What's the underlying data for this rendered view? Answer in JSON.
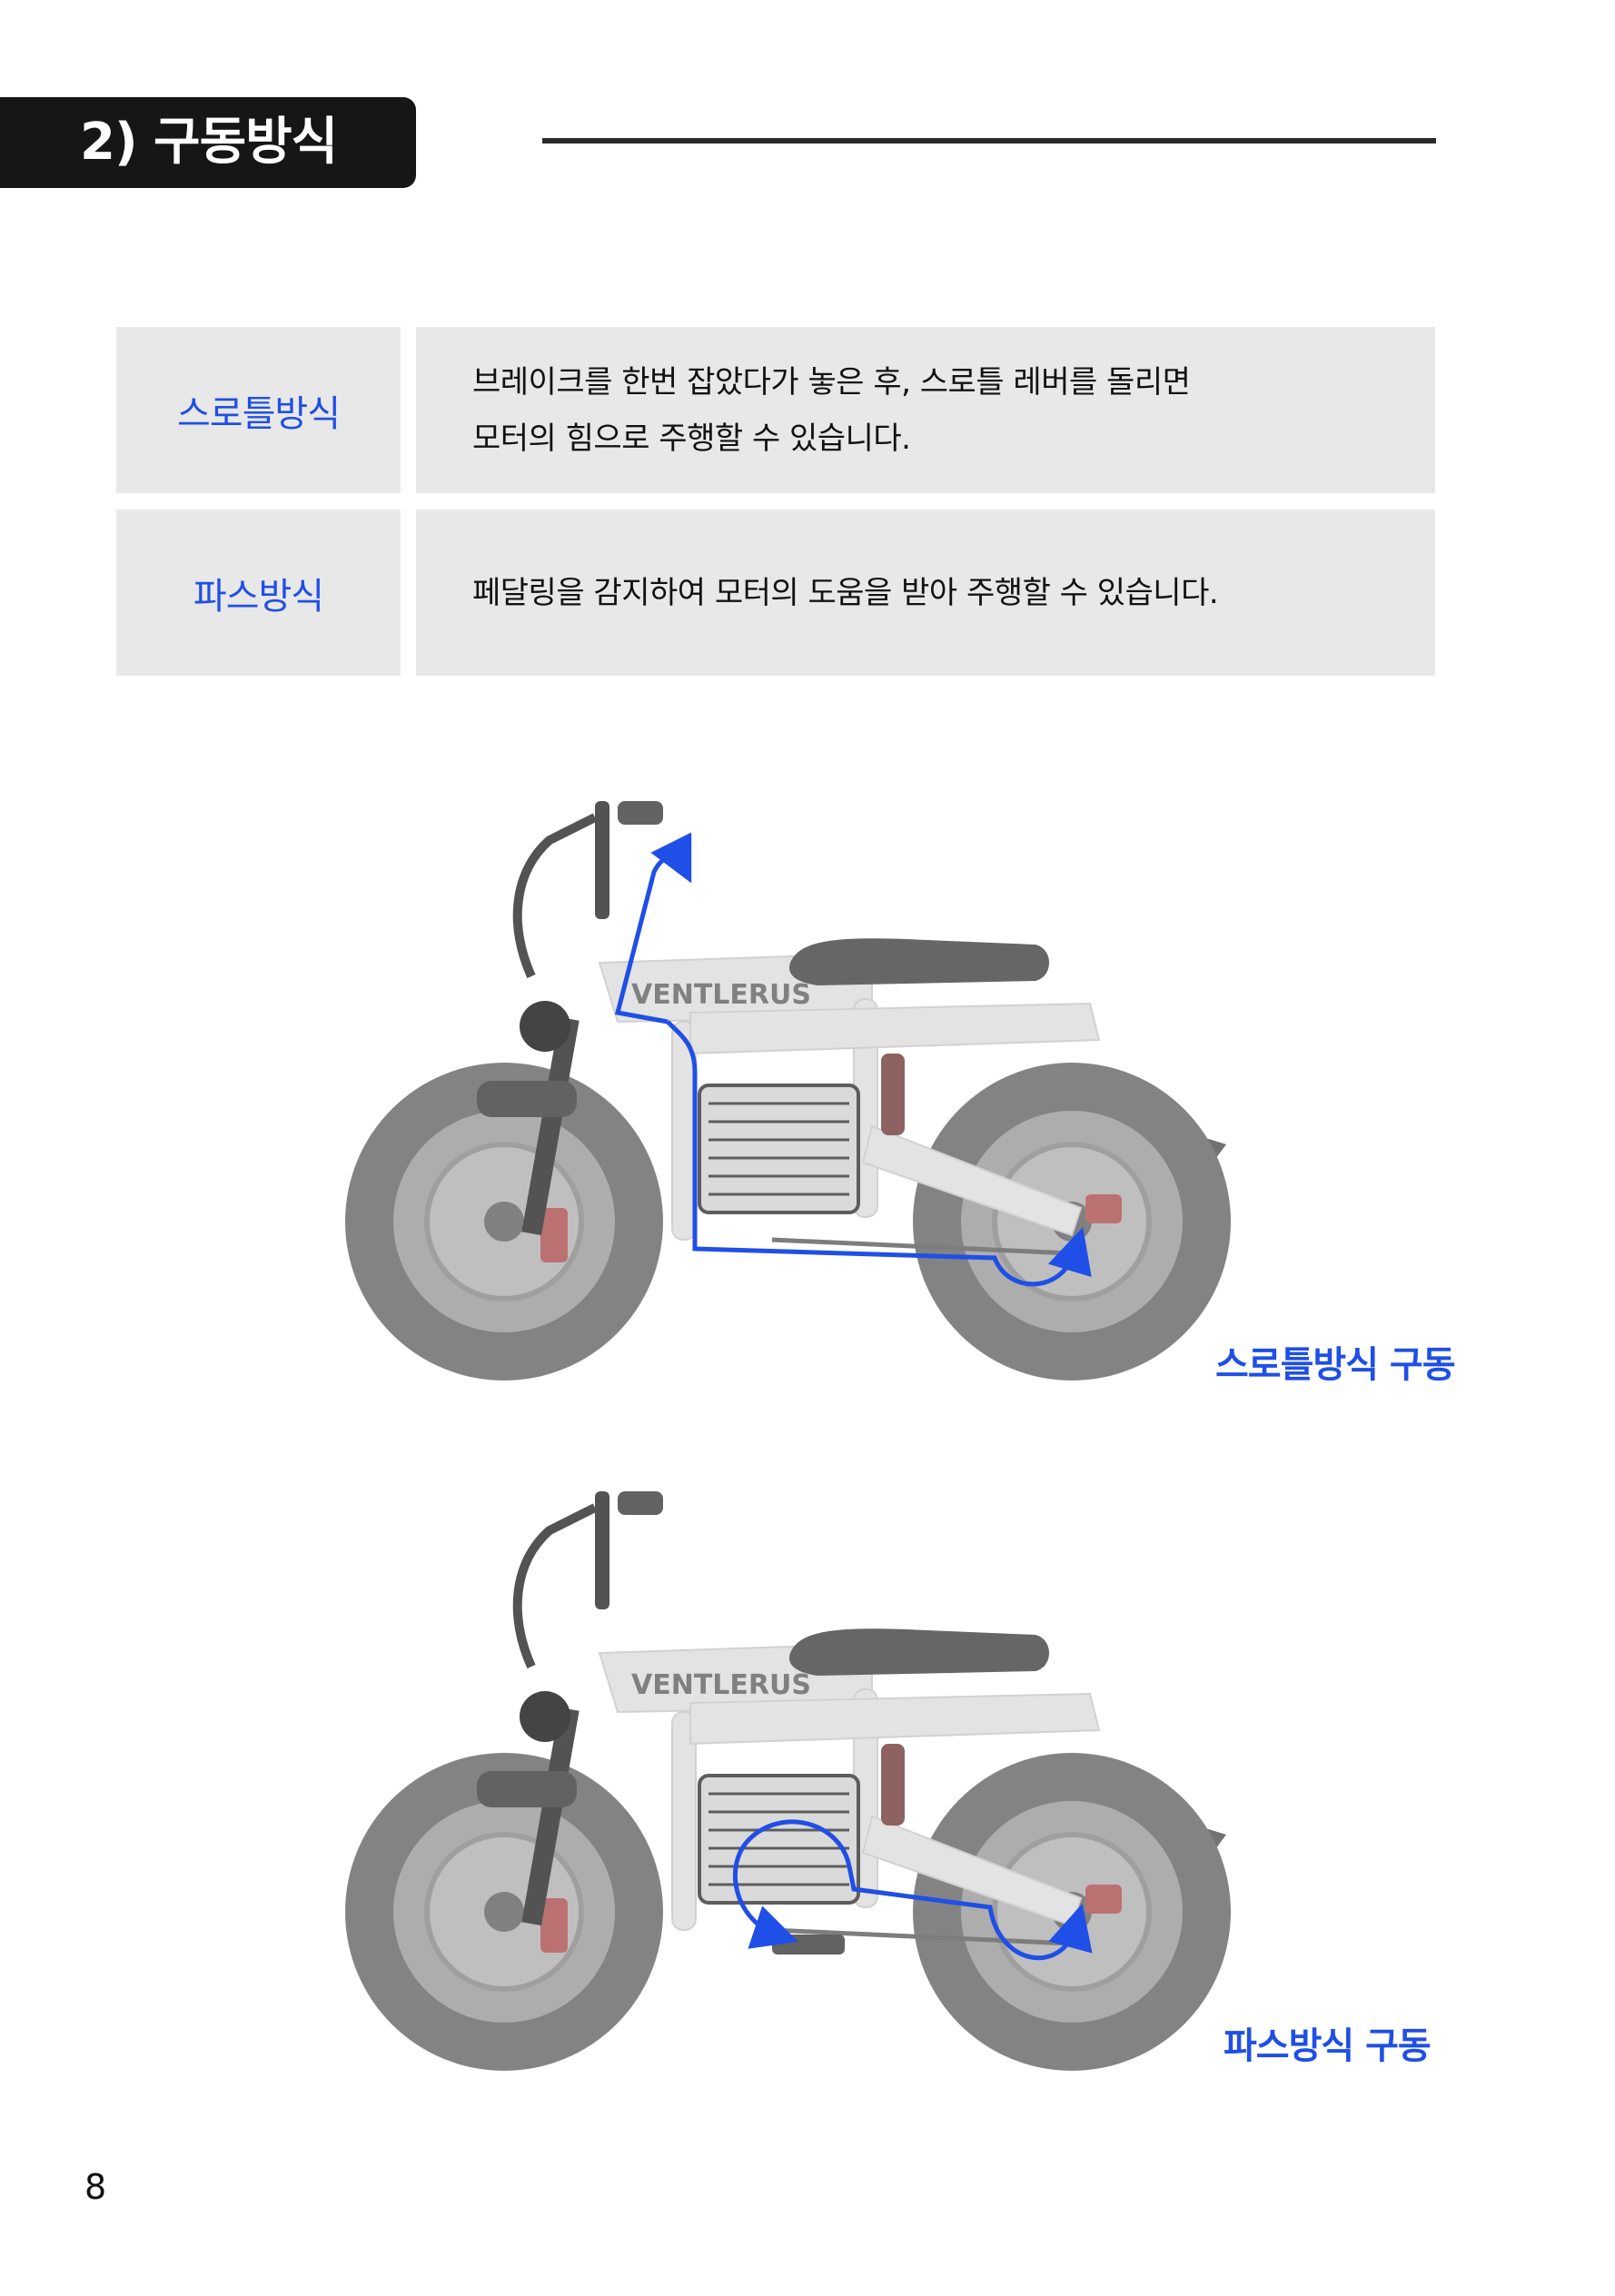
{
  "header": {
    "section_title": "2) 구동방식"
  },
  "modes": [
    {
      "label": "스로틀방식",
      "description_lines": [
        "브레이크를 한번 잡았다가 놓은 후, 스로틀 레버를 돌리면",
        "모터의 힘으로 주행할 수 있습니다."
      ]
    },
    {
      "label": "파스방식",
      "description_lines": [
        "페달링을 감지하여 모터의 도움을 받아 주행할 수 있습니다."
      ]
    }
  ],
  "figures": [
    {
      "brand_text": "VENTLERUS",
      "caption": "스로틀방식 구동"
    },
    {
      "brand_text": "VENTLERUS",
      "caption": "파스방식 구동"
    }
  ],
  "colors": {
    "accent_blue": "#1f4fe6",
    "tab_background": "#161616",
    "cell_background": "#e8e8e8"
  },
  "page_number": "8"
}
